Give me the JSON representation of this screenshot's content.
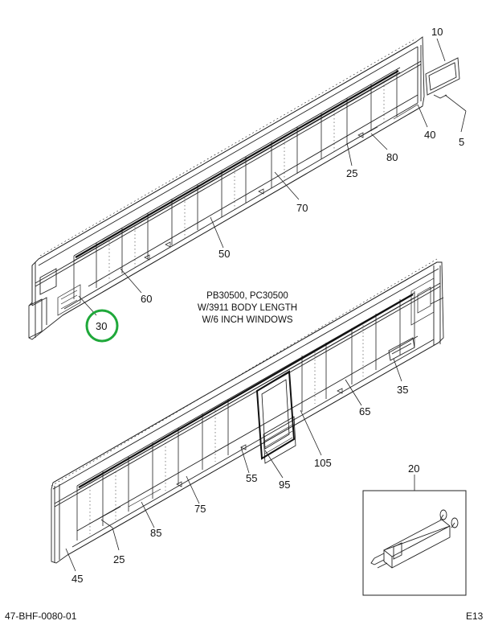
{
  "caption": {
    "line1": "PB30500, PC30500",
    "line2": "W/3911 BODY LENGTH",
    "line3": "W/6 INCH WINDOWS"
  },
  "callouts": {
    "c10": "10",
    "c5": "5",
    "c40": "40",
    "c80": "80",
    "c25_top": "25",
    "c70": "70",
    "c50": "50",
    "c60": "60",
    "c30": "30",
    "c35": "35",
    "c65": "65",
    "c105": "105",
    "c95": "95",
    "c55": "55",
    "c75": "75",
    "c85": "85",
    "c25_bottom": "25",
    "c45": "45",
    "c20": "20"
  },
  "footer": {
    "doc_number": "47-BHF-0080-01",
    "page_code": "E13"
  },
  "colors": {
    "highlight_ring": "#1fa83a",
    "line": "#222222"
  }
}
